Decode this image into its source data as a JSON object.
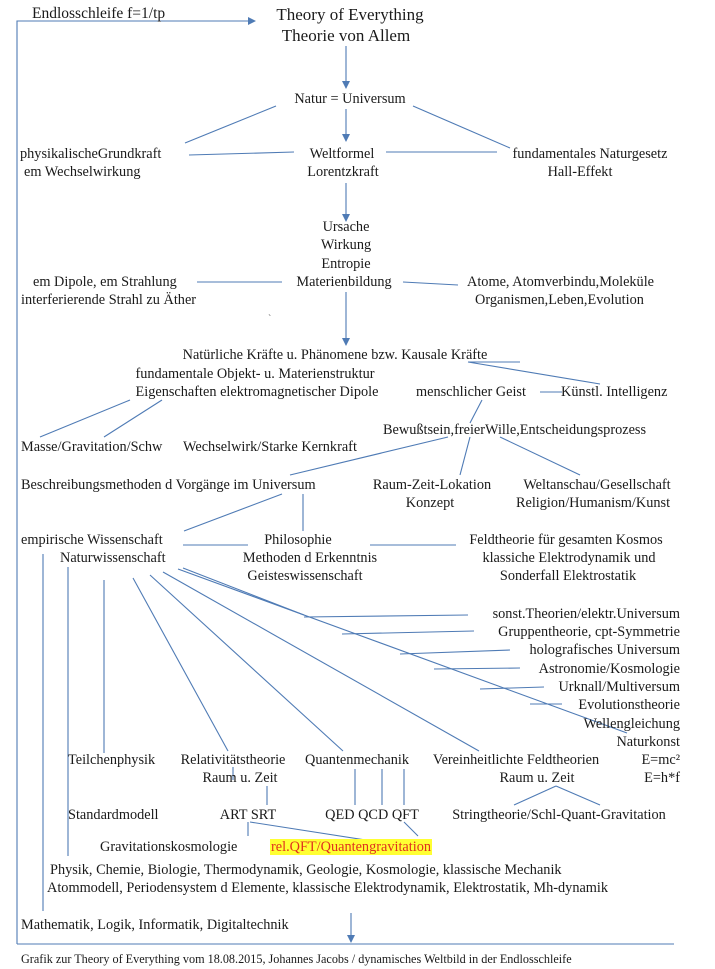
{
  "loop_label": "Endlosschleife  f=1/tp",
  "title": [
    "Theory of Everything",
    "Theorie von Allem"
  ],
  "natur": "Natur = Universum",
  "grundkraft": [
    "physikalischeGrundkraft",
    "em Wechselwirkung"
  ],
  "weltformel": [
    "Weltformel",
    "Lorentzkraft"
  ],
  "naturgesetz": [
    "fundamentales Naturgesetz",
    "Hall-Effekt"
  ],
  "ursache": [
    "Ursache",
    "Wirkung",
    "Entropie",
    "Materienbildung"
  ],
  "dipole": [
    "em Dipole, em Strahlung",
    "interferierende Strahl zu Äther"
  ],
  "atome": [
    "Atome, Atomverbindu,Moleküle",
    "Organismen,Leben,Evolution"
  ],
  "stray_mark": "`",
  "kraefte": [
    "Natürliche Kräfte u. Phänomene bzw. Kausale Kräfte",
    "fundamentale Objekt- u. Materienstruktur",
    "Eigenschaften elektromagnetischer Dipole"
  ],
  "geist": "menschlicher Geist",
  "ki": "Künstl. Intelligenz",
  "bewusstsein": "Bewußtsein,freierWille,Entscheidungsprozess",
  "masse": "Masse/Gravitation/Schw",
  "wechselwirk": "Wechselwirk/Starke Kernkraft",
  "beschreibung": "Beschreibungsmethoden d Vorgänge im Universum",
  "raumzeit": [
    "Raum-Zeit-Lokation",
    "Konzept"
  ],
  "weltanschau": [
    "Weltanschau/Gesellschaft",
    "Religion/Humanism/Kunst"
  ],
  "empirisch": [
    "empirische Wissenschaft",
    "Naturwissenschaft"
  ],
  "philosophie": [
    "Philosophie",
    "Methoden d Erkenntnis",
    "Geisteswissenschaft"
  ],
  "feldtheorie": [
    "Feldtheorie für gesamten Kosmos",
    "klassiche Elektrodynamik und",
    "Sonderfall  Elektrostatik"
  ],
  "theories_list": [
    "sonst.Theorien/elektr.Universum",
    "Gruppentheorie, cpt-Symmetrie",
    "holografisches Universum",
    "Astronomie/Kosmologie",
    "Urknall/Multiversum",
    "Evolutionstheorie",
    "Wellengleichung",
    "Naturkonst",
    "E=mc²",
    "E=h*f"
  ],
  "teilchen": "Teilchenphysik",
  "relativ": [
    "Relativitätstheorie",
    "Raum u. Zeit"
  ],
  "quanten": "Quantenmechanik",
  "vereinheitlicht": [
    "Vereinheitlichte Feldtheorien",
    "Raum u. Zeit"
  ],
  "standardmodell": "Standardmodell",
  "art_srt": "ART SRT",
  "qed": "QED QCD QFT",
  "string": "Stringtheorie/Schl-Quant-Gravitation",
  "gravkosmo": "Gravitationskosmologie",
  "relqft": "rel.QFT/Quantengravitation",
  "physik": [
    "Physik, Chemie, Biologie, Thermodynamik, Geologie, Kosmologie, klassische Mechanik",
    "Atommodell, Periodensystem d Elemente, klassische Elektrodynamik, Elektrostatik, Mh-dynamik"
  ],
  "mathe": "Mathematik, Logik, Informatik, Digitaltechnik",
  "footer": "Grafik zur Theory of Everything vom 18.08.2015, Johannes Jacobs / dynamisches Weltbild in der Endlosschleife",
  "colors": {
    "line": "#4f7bb5",
    "text": "#1a1a1a",
    "highlight": "#ffff33",
    "highlight_text": "#e0301e"
  }
}
